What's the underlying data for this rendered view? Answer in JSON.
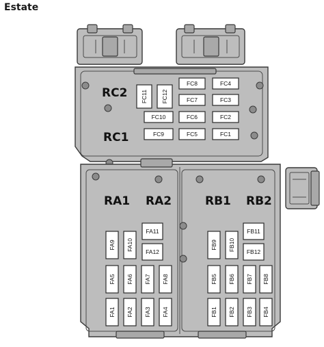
{
  "title": "Estate",
  "colors": {
    "housing": "#bdbdbd",
    "outline": "#3a3a3a",
    "fuse_slot": "#ffffff"
  },
  "relays": {
    "rc2": "RC2",
    "rc1": "RC1",
    "ra1": "RA1",
    "ra2": "RA2",
    "rb1": "RB1",
    "rb2": "RB2"
  },
  "fuses": {
    "fc11": "FC11",
    "fc12": "FC12",
    "fc8": "FC8",
    "fc4": "FC4",
    "fc7": "FC7",
    "fc3": "FC3",
    "fc10": "FC10",
    "fc6": "FC6",
    "fc2": "FC2",
    "fc9": "FC9",
    "fc5": "FC5",
    "fc1": "FC1",
    "fa11": "FA11",
    "fa12": "FA12",
    "fa9": "FA9",
    "fa10": "FA10",
    "fa5": "FA5",
    "fa6": "FA6",
    "fa7": "FA7",
    "fa8": "FA8",
    "fa1": "FA1",
    "fa2": "FA2",
    "fa3": "FA3",
    "fa4": "FA4",
    "fb11": "FB11",
    "fb12": "FB12",
    "fb9": "FB9",
    "fb10": "FB10",
    "fb5": "FB5",
    "fb6": "FB6",
    "fb7": "FB7",
    "fb8": "FB8",
    "fb1": "FB1",
    "fb2": "FB2",
    "fb3": "FB3",
    "fb4": "FB4"
  }
}
